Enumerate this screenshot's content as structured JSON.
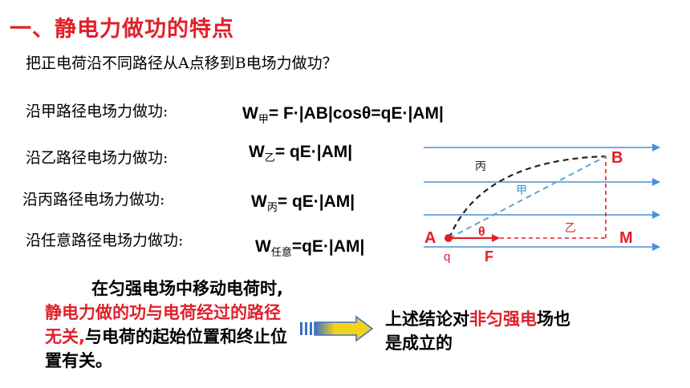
{
  "title": "一、静电力做功的特点",
  "question": "把正电荷沿不同路径从A点移到B电场力做功？",
  "paths": [
    {
      "label": "沿甲路径电场力做功:",
      "w": "W",
      "sub": "甲",
      "rest": "= F·|AB|cosθ=qE·|AM|"
    },
    {
      "label": "沿乙路径电场力做功:",
      "w": "W",
      "sub": "乙",
      "rest": "= qE·|AM|"
    },
    {
      "label": "沿丙路径电场力做功:",
      "w": "W",
      "sub": "丙",
      "rest": "= qE·|AM|"
    },
    {
      "label": "沿任意路径电场力做功:",
      "w": "W",
      "sub": "任意",
      "rest": "=qE·|AM|"
    }
  ],
  "conclusion": {
    "part1": "在匀强电场中移动电荷时,",
    "part2_red": "静电力做的功与电荷经过的路径无关,",
    "part3": "与电荷的起始位置和终止位置有关。"
  },
  "note": {
    "part1": "上述结论对",
    "part2_red": "非匀强电",
    "part3": "场也是成立的"
  },
  "diagram": {
    "point_a": "A",
    "point_b": "B",
    "point_m": "M",
    "charge": "q",
    "force": "F",
    "angle": "θ",
    "path_jia": "甲",
    "path_yi": "乙",
    "path_bing": "丙"
  },
  "colors": {
    "title": "#e0202a",
    "field_lines": "#4a90d9",
    "red": "#e0202a",
    "arrow_yellow": "#f2d31b",
    "arrow_blue": "#3a6fc7"
  }
}
